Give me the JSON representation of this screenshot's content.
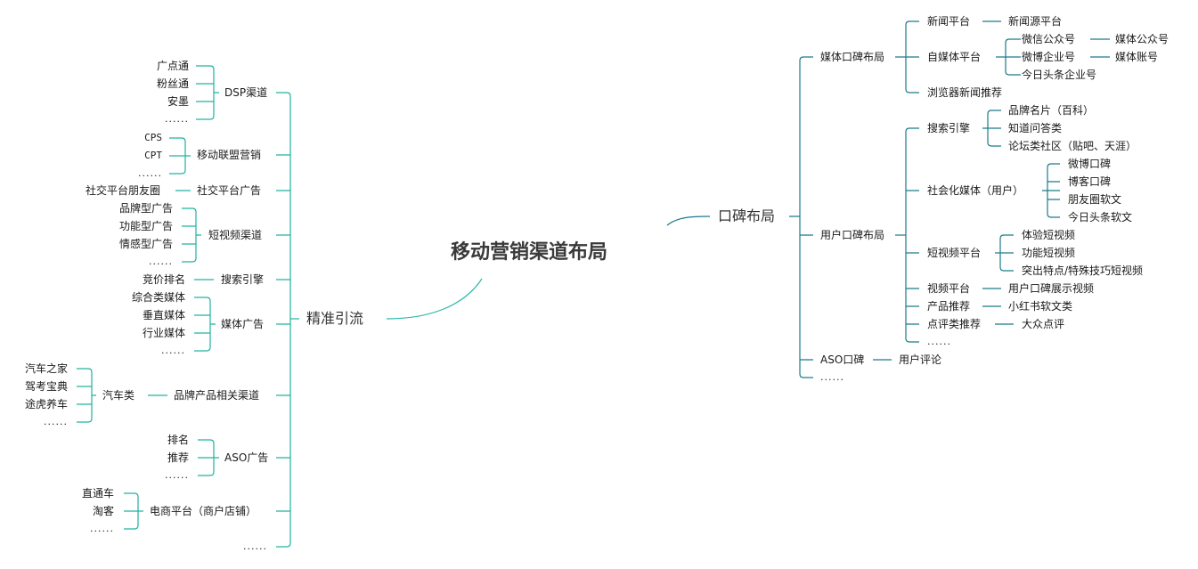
{
  "root": "移动营销渠道布局",
  "colors": {
    "left_line": "#20b2a0",
    "right_line": "#1b7a8a",
    "root_line_left": "#28b8a8",
    "root_line_right": "#1b7a8a"
  },
  "left": {
    "label": "精准引流",
    "branches": [
      {
        "label": "DSP渠道",
        "children": [
          "广点通",
          "粉丝通",
          "安墨",
          "......"
        ]
      },
      {
        "label": "移动联盟营销",
        "children": [
          "CPS",
          "CPT",
          "......"
        ]
      },
      {
        "label": "社交平台广告",
        "children": [
          "社交平台朋友圈"
        ]
      },
      {
        "label": "短视频渠道",
        "children": [
          "品牌型广告",
          "功能型广告",
          "情感型广告",
          "......"
        ]
      },
      {
        "label": "搜索引擎",
        "children": [
          "竞价排名"
        ]
      },
      {
        "label": "媒体广告",
        "children": [
          "综合类媒体",
          "垂直媒体",
          "行业媒体",
          "......"
        ]
      },
      {
        "label": "品牌产品相关渠道",
        "children": [
          {
            "label": "汽车类",
            "children": [
              "汽车之家",
              "驾考宝典",
              "途虎养车",
              "......"
            ]
          }
        ]
      },
      {
        "label": "ASO广告",
        "children": [
          "排名",
          "推荐",
          "......"
        ]
      },
      {
        "label": "电商平台（商户店铺）",
        "children": [
          "直通车",
          "淘客",
          "......"
        ]
      },
      {
        "label": "......"
      }
    ]
  },
  "right": {
    "label": "口碑布局",
    "branches": [
      {
        "label": "媒体口碑布局",
        "children": [
          {
            "label": "新闻平台",
            "children": [
              "新闻源平台"
            ]
          },
          {
            "label": "自媒体平台",
            "children": [
              {
                "label": "微信公众号",
                "children": [
                  "媒体公众号"
                ]
              },
              {
                "label": "微博企业号",
                "children": [
                  "媒体账号"
                ]
              },
              {
                "label": "今日头条企业号"
              }
            ]
          },
          {
            "label": "浏览器新闻推荐"
          }
        ]
      },
      {
        "label": "用户口碑布局",
        "children": [
          {
            "label": "搜索引擎",
            "children": [
              "品牌名片（百科）",
              "知道问答类",
              "论坛类社区（贴吧、天涯）"
            ]
          },
          {
            "label": "社会化媒体（用户）",
            "children": [
              "微博口碑",
              "博客口碑",
              "朋友圈软文",
              "今日头条软文"
            ]
          },
          {
            "label": "短视频平台",
            "children": [
              "体验短视频",
              "功能短视频",
              "突出特点/特殊技巧短视频"
            ]
          },
          {
            "label": "视频平台",
            "children": [
              "用户口碑展示视频"
            ]
          },
          {
            "label": "产品推荐",
            "children": [
              "小红书软文类"
            ]
          },
          {
            "label": "点评类推荐",
            "children": [
              "大众点评"
            ]
          },
          {
            "label": "......"
          }
        ]
      },
      {
        "label": "ASO口碑",
        "children": [
          "用户评论"
        ]
      },
      {
        "label": "......"
      }
    ]
  }
}
